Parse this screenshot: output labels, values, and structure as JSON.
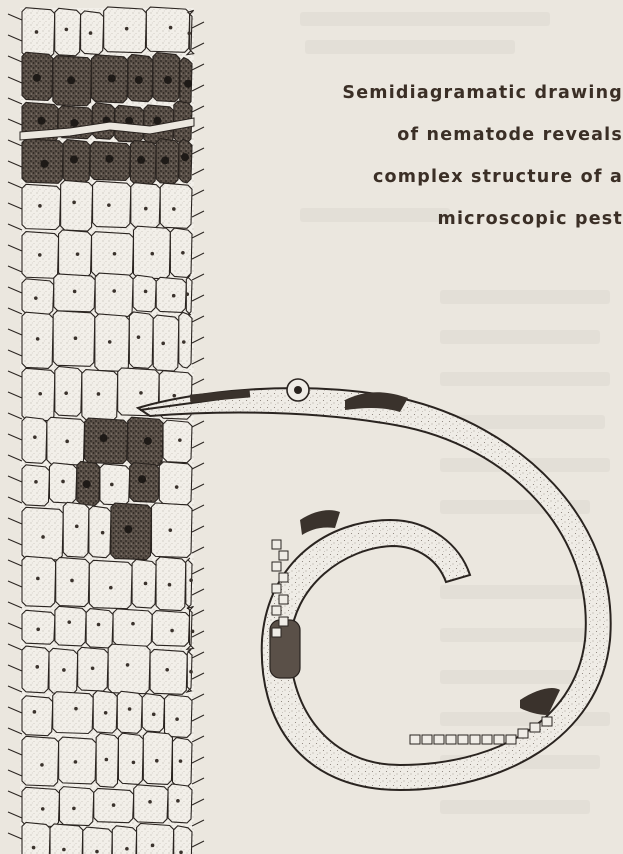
{
  "caption": {
    "lines": [
      "Semidiagramatic drawing",
      "of nematode reveals",
      "complex structure of a",
      "microscopic pest"
    ]
  },
  "figure": {
    "subject": "nematode",
    "colors": {
      "paper": "#ebe7df",
      "ink": "#2a2420",
      "light_cell": "#f2efe9",
      "dark_cell": "#3a322c"
    }
  }
}
